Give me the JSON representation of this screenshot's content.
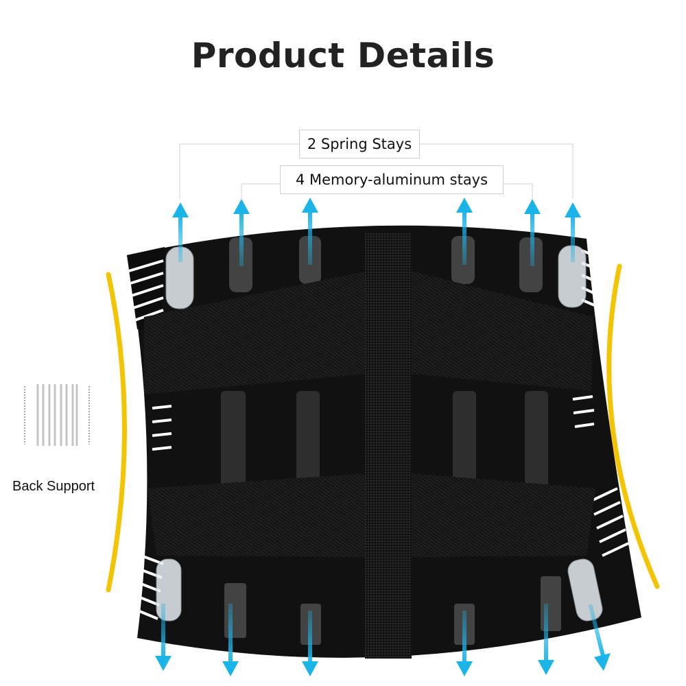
{
  "title": "Product Details",
  "callouts": {
    "spring_stays": "2 Spring Stays",
    "memory_stays": "4 Memory-aluminum stays"
  },
  "accessory": {
    "label": "Back Support",
    "stay_count": 6,
    "spring_count": 2
  },
  "colors": {
    "title": "#222222",
    "arrow": "#1bb4e8",
    "highlight_arc": "#f5c400",
    "belt": "#111111",
    "stripe": "#ffffff"
  },
  "arrows": {
    "up_x": [
      263,
      352,
      452,
      677,
      776,
      835
    ],
    "down_x": [
      238,
      336,
      452,
      677,
      796,
      880
    ]
  }
}
